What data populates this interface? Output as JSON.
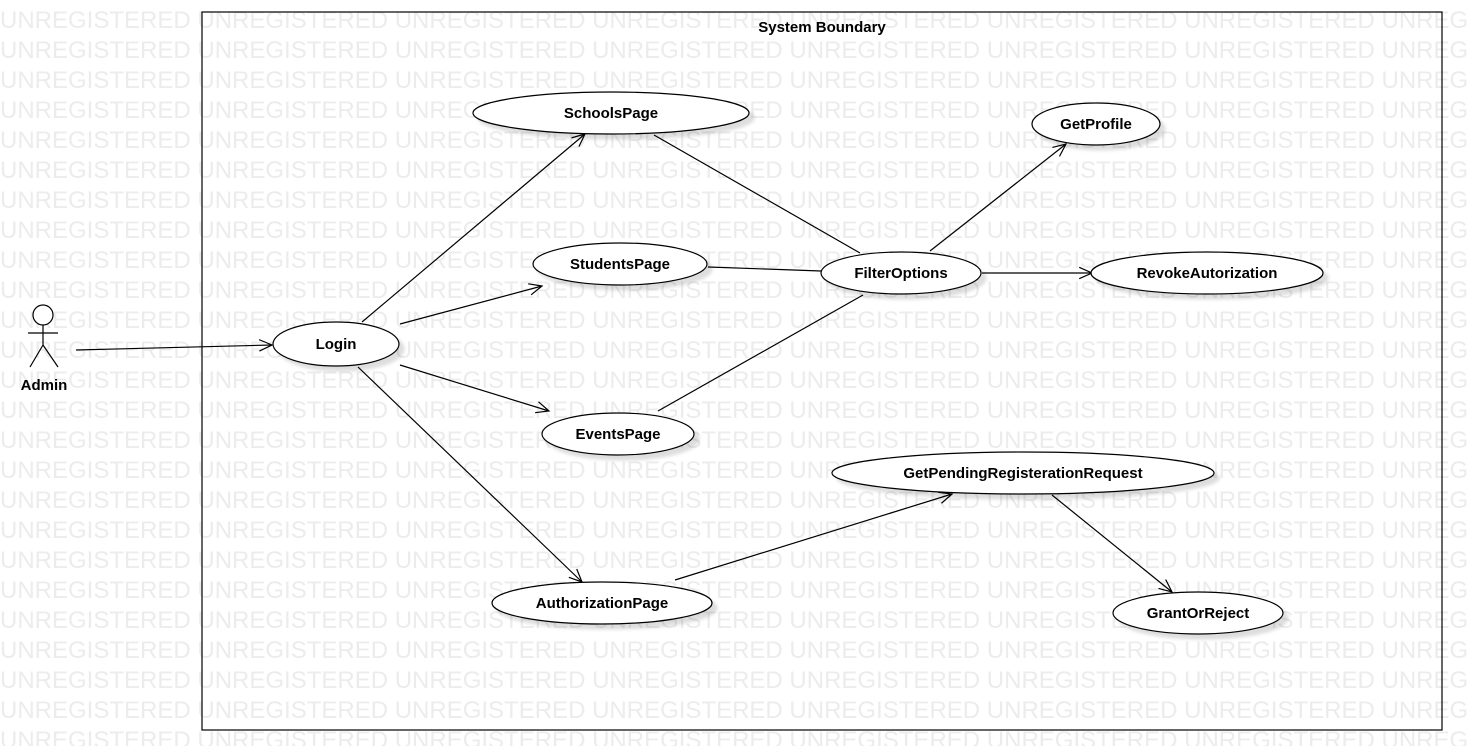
{
  "watermark": {
    "text": "UNREGISTERED"
  },
  "boundary": {
    "title": "System Boundary"
  },
  "actor": {
    "name": "Admin"
  },
  "use_cases": [
    {
      "id": "login",
      "label": "Login"
    },
    {
      "id": "schools",
      "label": "SchoolsPage"
    },
    {
      "id": "students",
      "label": "StudentsPage"
    },
    {
      "id": "events",
      "label": "EventsPage"
    },
    {
      "id": "authorization",
      "label": "AuthorizationPage"
    },
    {
      "id": "filter",
      "label": "FilterOptions"
    },
    {
      "id": "getprofile",
      "label": "GetProfile"
    },
    {
      "id": "revoke",
      "label": "RevokeAutorization"
    },
    {
      "id": "pending",
      "label": "GetPendingRegisterationRequest"
    },
    {
      "id": "grant",
      "label": "GrantOrReject"
    }
  ],
  "relations": [
    {
      "from": "actor",
      "to": "login",
      "arrow": true
    },
    {
      "from": "login",
      "to": "schools",
      "arrow": true
    },
    {
      "from": "login",
      "to": "students",
      "arrow": true
    },
    {
      "from": "login",
      "to": "events",
      "arrow": true
    },
    {
      "from": "login",
      "to": "authorization",
      "arrow": true
    },
    {
      "from": "schools",
      "to": "filter",
      "arrow": false
    },
    {
      "from": "students",
      "to": "filter",
      "arrow": false
    },
    {
      "from": "events",
      "to": "filter",
      "arrow": false
    },
    {
      "from": "filter",
      "to": "getprofile",
      "arrow": true
    },
    {
      "from": "filter",
      "to": "revoke",
      "arrow": true
    },
    {
      "from": "authorization",
      "to": "pending",
      "arrow": true
    },
    {
      "from": "pending",
      "to": "grant",
      "arrow": true
    }
  ]
}
